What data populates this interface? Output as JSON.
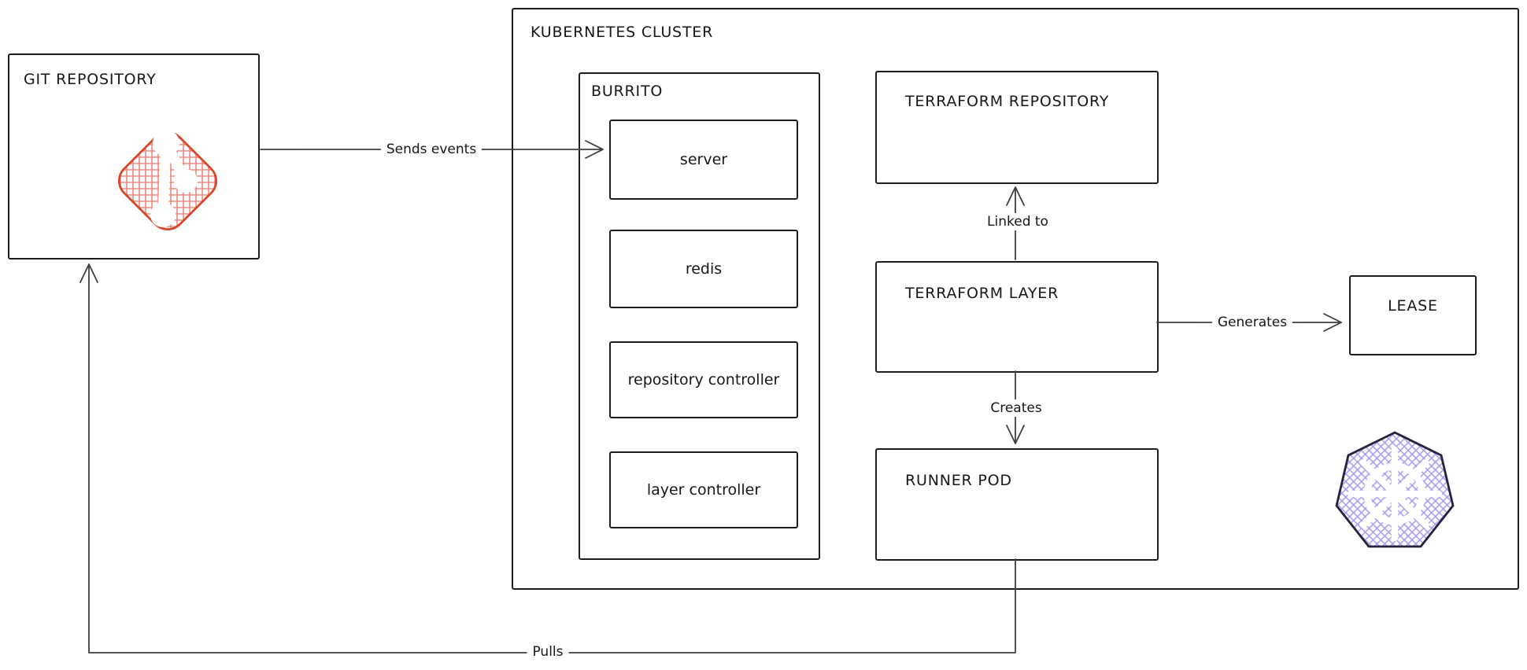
{
  "diagram": {
    "nodes": {
      "git_repository": {
        "label": "GIT REPOSITORY"
      },
      "kubernetes_cluster": {
        "label": "KUBERNETES CLUSTER"
      },
      "burrito": {
        "label": "BURRITO",
        "components": {
          "server": {
            "label": "server"
          },
          "redis": {
            "label": "redis"
          },
          "repository_controller": {
            "label": "repository controller"
          },
          "layer_controller": {
            "label": "layer controller"
          }
        }
      },
      "terraform_repository": {
        "label": "TERRAFORM REPOSITORY"
      },
      "terraform_layer": {
        "label": "TERRAFORM LAYER"
      },
      "runner_pod": {
        "label": "RUNNER POD"
      },
      "lease": {
        "label": "LEASE"
      }
    },
    "edges": {
      "sends_events": {
        "label": "Sends events",
        "from": "git_repository",
        "to": "burrito.server"
      },
      "linked_to": {
        "label": "Linked to",
        "from": "terraform_layer",
        "to": "terraform_repository"
      },
      "generates": {
        "label": "Generates",
        "from": "terraform_layer",
        "to": "lease"
      },
      "creates": {
        "label": "Creates",
        "from": "terraform_layer",
        "to": "runner_pod"
      },
      "pulls": {
        "label": "Pulls",
        "from": "runner_pod",
        "to": "git_repository"
      }
    },
    "icons": {
      "git": "git-icon",
      "kubernetes": "kubernetes-icon"
    },
    "colors": {
      "line": "#3f3f3f",
      "box_border": "#1d1d1d",
      "text": "#171717",
      "git_border": "#d9472b",
      "git_hatch": "#ee8176",
      "kubernetes_border": "#23233f",
      "kubernetes_hatch": "#a79af0",
      "background": "#ffffff"
    }
  }
}
